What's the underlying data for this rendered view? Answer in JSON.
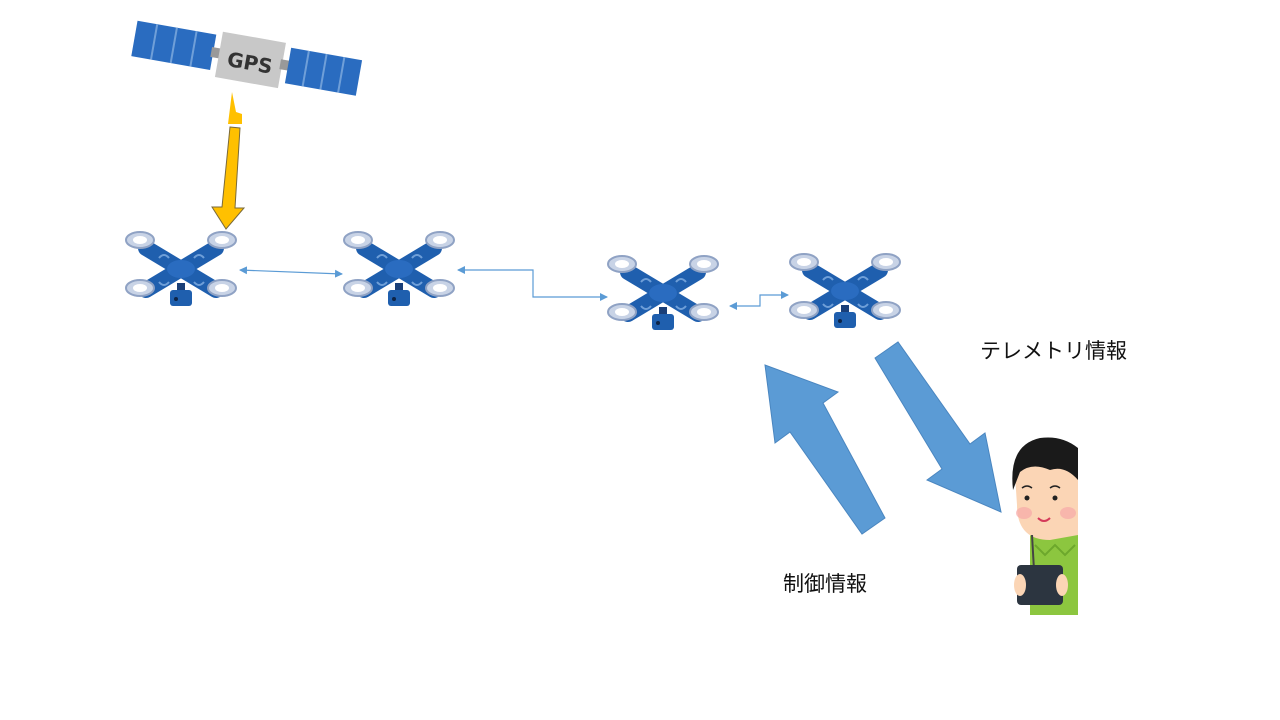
{
  "satellite": {
    "label": "GPS"
  },
  "labels": {
    "telemetry": "テレメトリ情報",
    "control": "制御情報"
  },
  "colors": {
    "drone_blue": "#2266b8",
    "arrow_blue": "#5b9bd5",
    "gps_arrow": "#ffc000",
    "link_line": "#5b9bd5",
    "shirt_green": "#8cc63f"
  }
}
